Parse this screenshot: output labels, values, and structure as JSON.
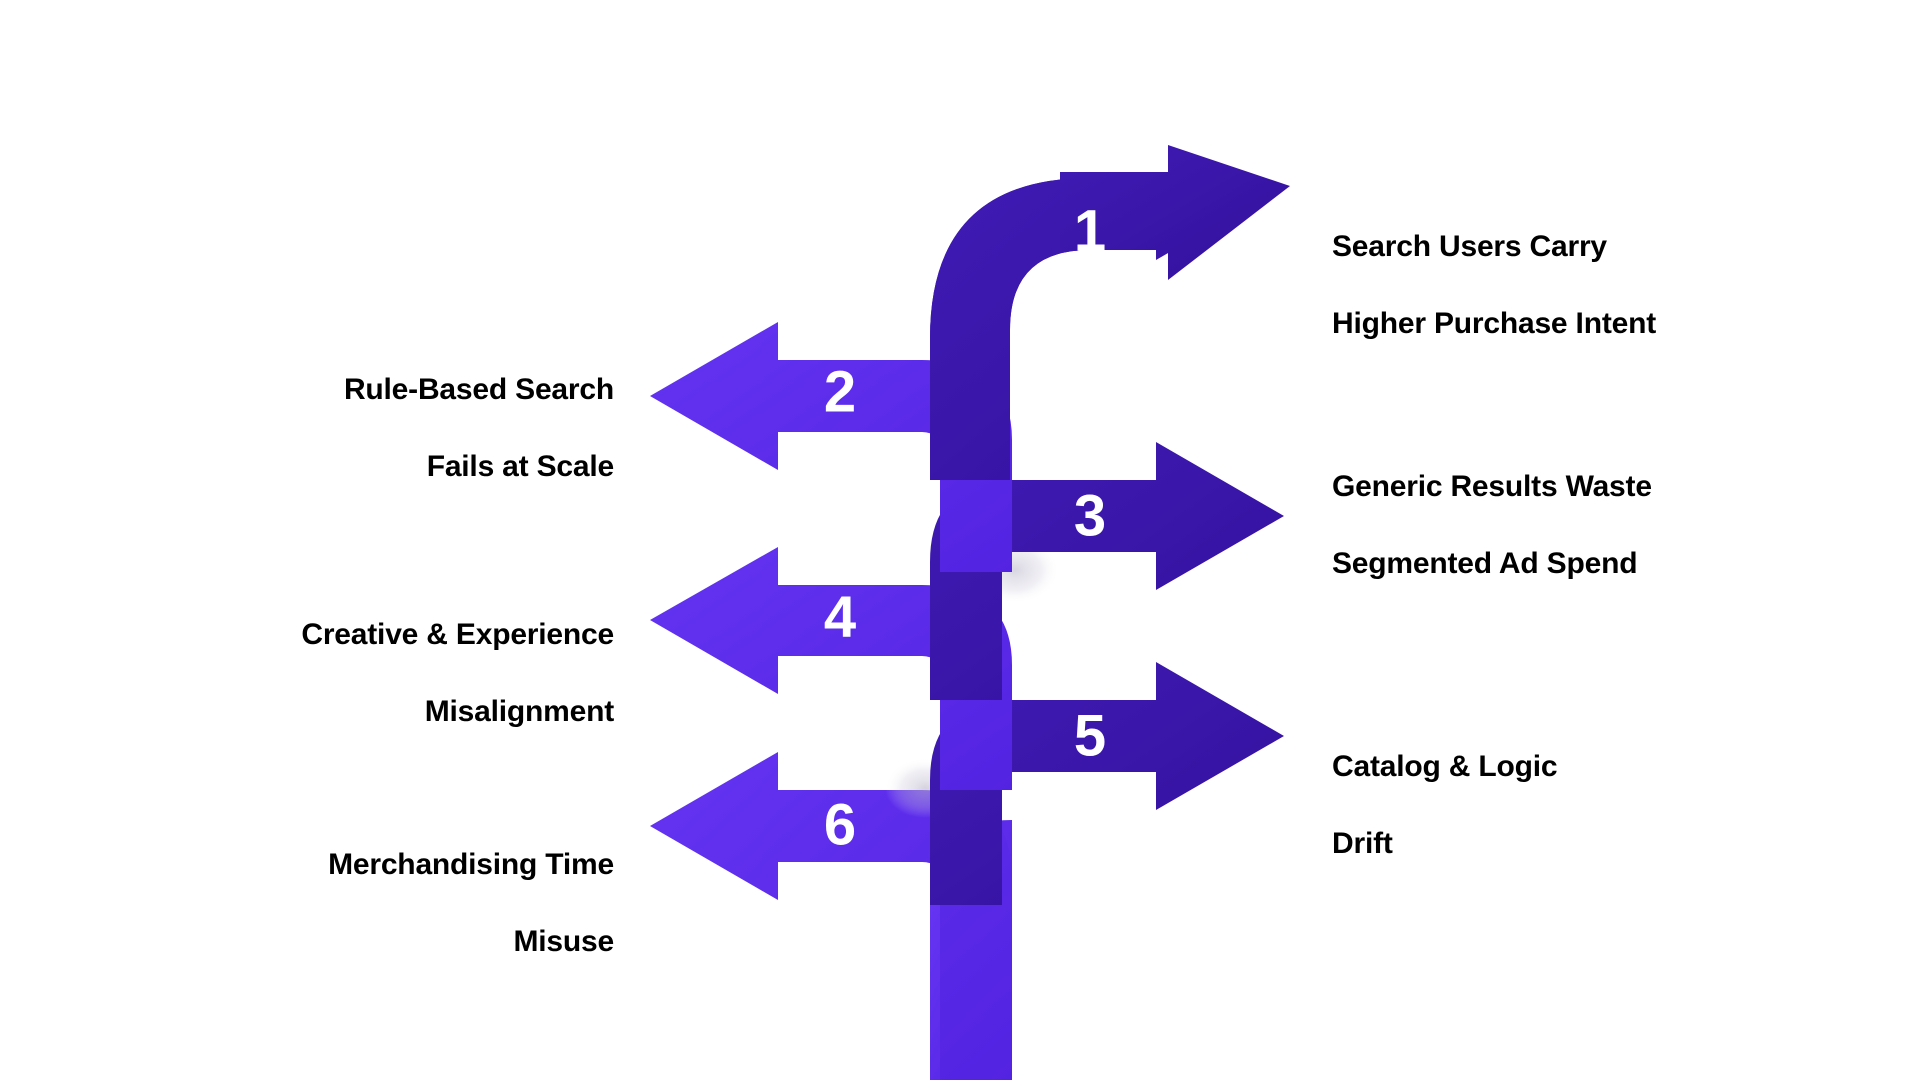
{
  "diagram": {
    "title": "Branching arrow process diagram",
    "background_color": "#ffffff",
    "colors": {
      "dark_branch": "#3A13A8",
      "light_branch": "#5A2BE8",
      "trunk": "#5A2BE8",
      "number_text": "#ffffff",
      "label_text": "#000000",
      "shadow": "#e8e6ef"
    },
    "branches": [
      {
        "number": "1",
        "direction": "right",
        "color": "#3A13A8",
        "label_line1": "Search Users Carry",
        "label_line2": "Higher Purchase Intent"
      },
      {
        "number": "2",
        "direction": "left",
        "color": "#5A2BE8",
        "label_line1": "Rule-Based Search",
        "label_line2": "Fails at Scale"
      },
      {
        "number": "3",
        "direction": "right",
        "color": "#3A13A8",
        "label_line1": "Generic Results Waste",
        "label_line2": "Segmented Ad Spend"
      },
      {
        "number": "4",
        "direction": "left",
        "color": "#5A2BE8",
        "label_line1": "Creative & Experience",
        "label_line2": "Misalignment"
      },
      {
        "number": "5",
        "direction": "right",
        "color": "#3A13A8",
        "label_line1": "Catalog & Logic",
        "label_line2": "Drift"
      },
      {
        "number": "6",
        "direction": "left",
        "color": "#5A2BE8",
        "label_line1": "Merchandising Time",
        "label_line2": "Misuse"
      }
    ]
  }
}
